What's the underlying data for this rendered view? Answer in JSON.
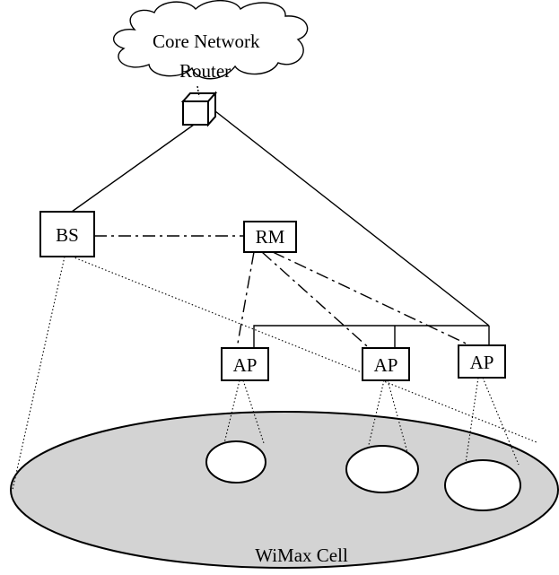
{
  "cloud": {
    "label": "Core Network"
  },
  "router": {
    "label": "Router"
  },
  "bs": {
    "label": "BS"
  },
  "rm": {
    "label": "RM"
  },
  "access_points": [
    {
      "label": "AP"
    },
    {
      "label": "AP"
    },
    {
      "label": "AP"
    }
  ],
  "cell": {
    "label": "WiMax Cell",
    "fill_color": "#d3d3d3"
  }
}
